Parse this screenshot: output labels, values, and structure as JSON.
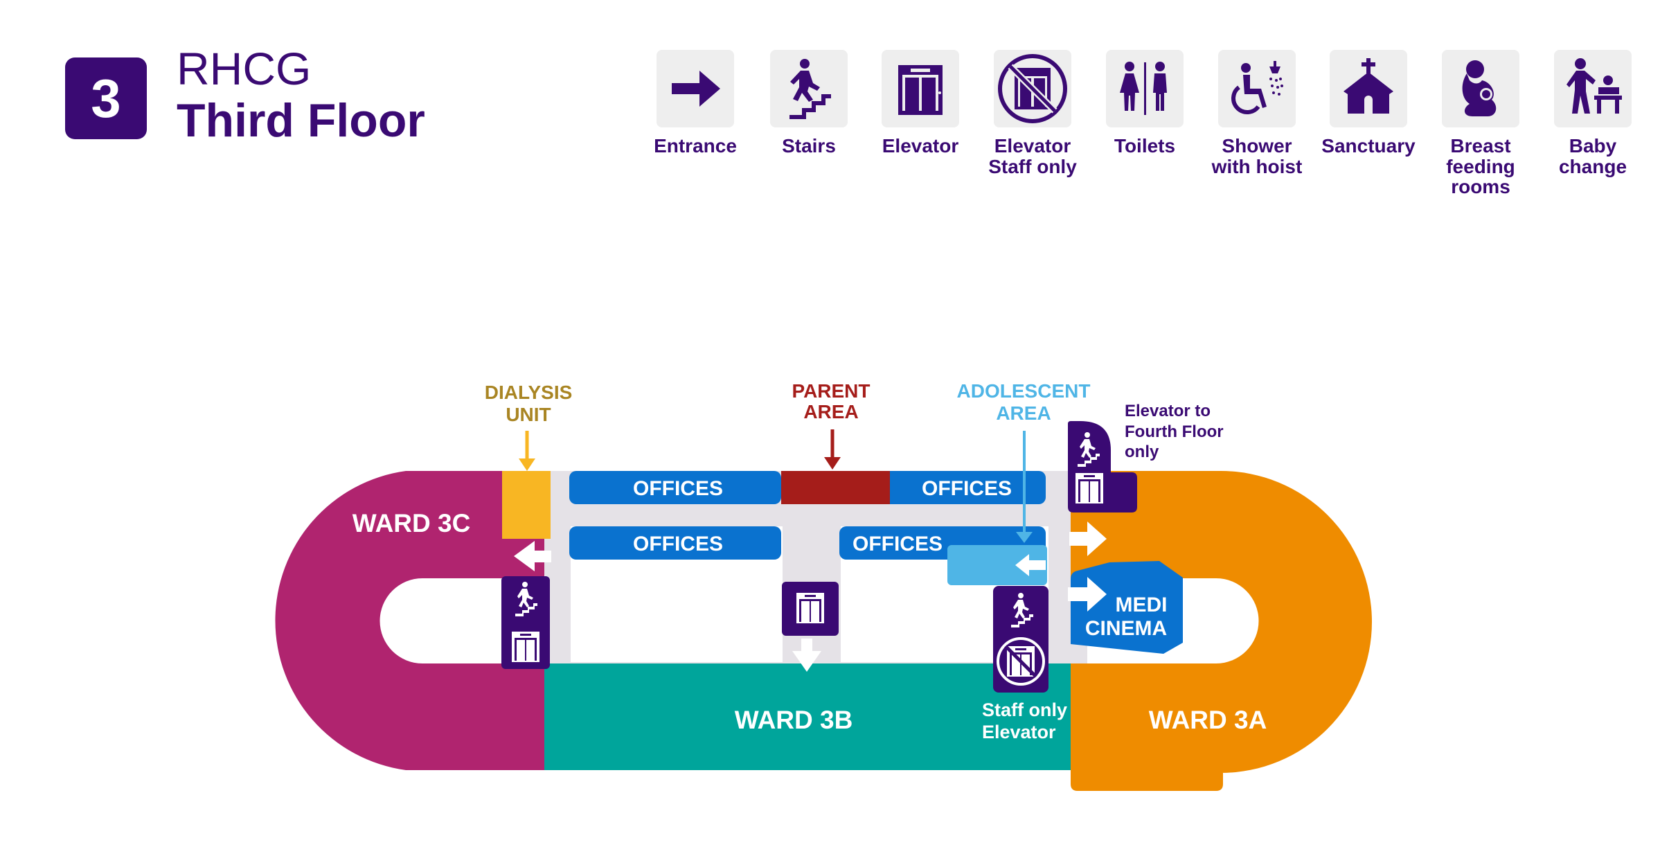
{
  "header": {
    "floor_number": "3",
    "site": "RHCG",
    "floor": "Third Floor"
  },
  "legend": [
    {
      "icon": "entrance-arrow-icon",
      "label": "Entrance"
    },
    {
      "icon": "stairs-icon",
      "label": "Stairs"
    },
    {
      "icon": "elevator-icon",
      "label": "Elevator"
    },
    {
      "icon": "staff-elevator-icon",
      "label": "Elevator\nStaff only"
    },
    {
      "icon": "toilets-icon",
      "label": "Toilets"
    },
    {
      "icon": "shower-hoist-icon",
      "label": "Shower\nwith hoist"
    },
    {
      "icon": "sanctuary-icon",
      "label": "Sanctuary"
    },
    {
      "icon": "breastfeeding-icon",
      "label": "Breast\nfeeding\nrooms"
    },
    {
      "icon": "baby-change-icon",
      "label": "Baby\nchange"
    }
  ],
  "map": {
    "ward_3c": "WARD 3C",
    "ward_3b": "WARD 3B",
    "ward_3a": "WARD 3A",
    "offices": "OFFICES",
    "dialysis": [
      "DIALYSIS",
      "UNIT"
    ],
    "parent_area": [
      "PARENT",
      "AREA"
    ],
    "adolescent_area": [
      "ADOLESCENT",
      "AREA"
    ],
    "elevator_fourth": [
      "Elevator to",
      "Fourth Floor",
      "only"
    ],
    "staff_elevator": [
      "Staff only",
      "Elevator"
    ],
    "medi_cinema": [
      "MEDI",
      "CINEMA"
    ]
  },
  "colors": {
    "brand": "#3a0a73",
    "ward_3c": "#b0246f",
    "ward_3b": "#00a59b",
    "ward_3a": "#ef8c00",
    "offices": "#0a72cf",
    "parent": "#a51d1a",
    "dialysis": "#f8b623",
    "dialysis_text": "#a98523",
    "adolescent": "#4fb5e6",
    "corridor": "#e5e2e7"
  }
}
